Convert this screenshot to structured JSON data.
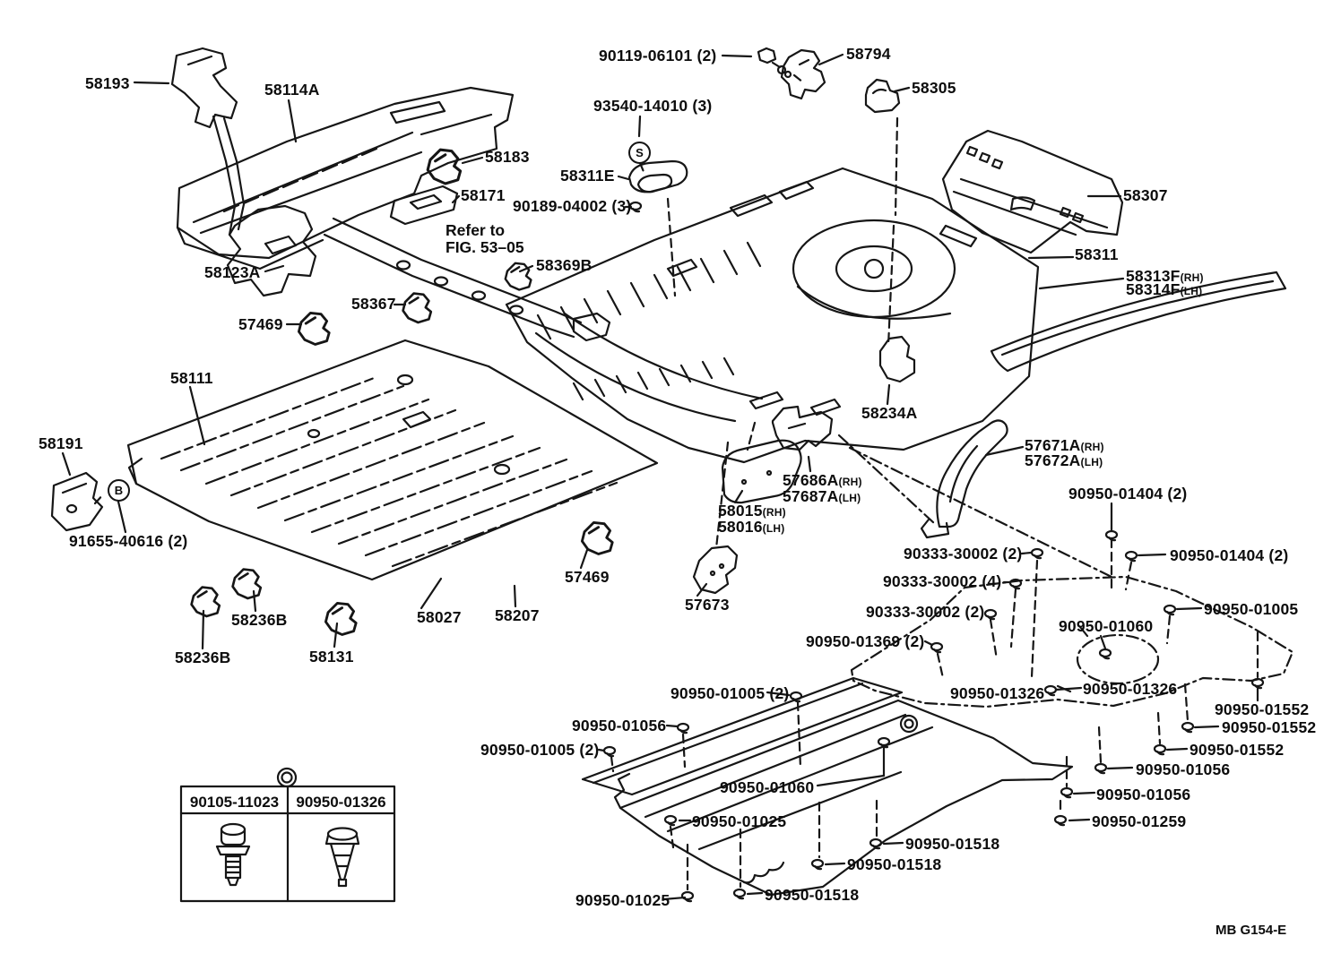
{
  "page": {
    "background": "#ffffff",
    "ink": "#161616"
  },
  "footer": {
    "code": "MB G154-E"
  },
  "note": {
    "line1": "Refer to",
    "line2": "FIG. 53–05"
  },
  "markers": {
    "s": "S",
    "b": "B"
  },
  "legend": {
    "items": [
      {
        "part_number": "90105-11023",
        "icon": "bolt-icon"
      },
      {
        "part_number": "90950-01326",
        "icon": "grommet-icon"
      }
    ]
  },
  "labels": [
    {
      "t": "58193"
    },
    {
      "t": "58114A"
    },
    {
      "t": "90119-06101 (2)"
    },
    {
      "t": "58794"
    },
    {
      "t": "58305"
    },
    {
      "t": "93540-14010 (3)"
    },
    {
      "t": "58183"
    },
    {
      "t": "58311E"
    },
    {
      "t": "58171"
    },
    {
      "t": "90189-04002 (3)"
    },
    {
      "t": "58307"
    },
    {
      "t": "58311"
    },
    {
      "t": "58123A"
    },
    {
      "t": "58369B"
    },
    {
      "t": "58313F",
      "p": "(RH)"
    },
    {
      "t": "58314F",
      "p": "(LH)"
    },
    {
      "t": "58367"
    },
    {
      "t": "57469"
    },
    {
      "t": "58111"
    },
    {
      "t": "58234A"
    },
    {
      "t": "58191"
    },
    {
      "t": "57671A",
      "p": "(RH)"
    },
    {
      "t": "57672A",
      "p": "(LH)"
    },
    {
      "t": "57686A",
      "p": "(RH)"
    },
    {
      "t": "57687A",
      "p": "(LH)"
    },
    {
      "t": "90950-01404 (2)"
    },
    {
      "t": "58015",
      "p": "(RH)"
    },
    {
      "t": "58016",
      "p": "(LH)"
    },
    {
      "t": "91655-40616 (2)"
    },
    {
      "t": "90333-30002 (2)"
    },
    {
      "t": "90950-01404 (2)"
    },
    {
      "t": "57469"
    },
    {
      "t": "90333-30002 (4)"
    },
    {
      "t": "90950-01005"
    },
    {
      "t": "57673"
    },
    {
      "t": "90333-30002 (2)"
    },
    {
      "t": "58027"
    },
    {
      "t": "58207"
    },
    {
      "t": "58236B"
    },
    {
      "t": "90950-01060"
    },
    {
      "t": "90950-01369 (2)"
    },
    {
      "t": "58236B"
    },
    {
      "t": "58131"
    },
    {
      "t": "90950-01326"
    },
    {
      "t": "90950-01326"
    },
    {
      "t": "90950-01005 (2)"
    },
    {
      "t": "90950-01552"
    },
    {
      "t": "90950-01056"
    },
    {
      "t": "90950-01552"
    },
    {
      "t": "90950-01005 (2)"
    },
    {
      "t": "90950-01552"
    },
    {
      "t": "90950-01056"
    },
    {
      "t": "90950-01060"
    },
    {
      "t": "90950-01056"
    },
    {
      "t": "90950-01025"
    },
    {
      "t": "90950-01259"
    },
    {
      "t": "90950-01518"
    },
    {
      "t": "90950-01518"
    },
    {
      "t": "90950-01518"
    },
    {
      "t": "90950-01025"
    }
  ]
}
